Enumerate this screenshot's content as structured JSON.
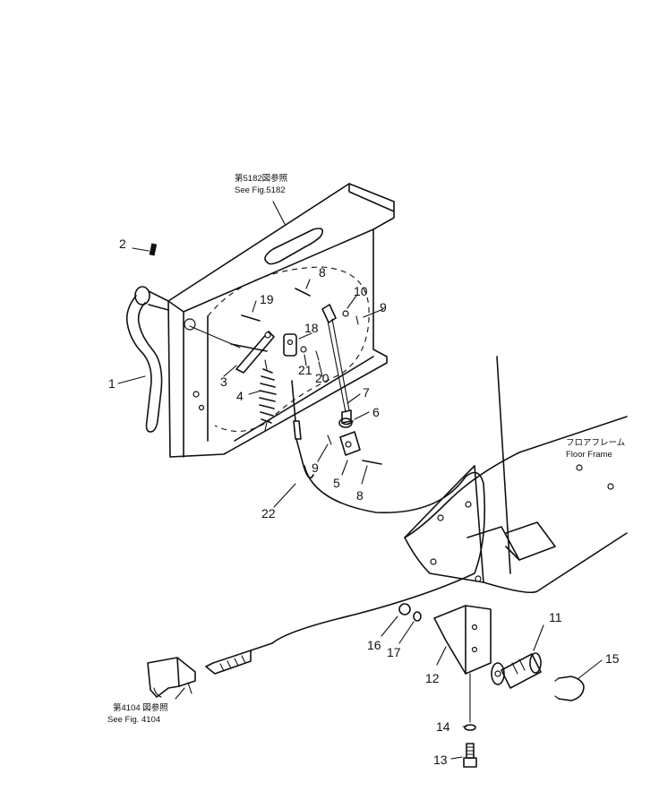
{
  "references": {
    "top_jp": "第5182図参照",
    "top_en": "See Fig.5182",
    "bottom_jp": "第4104 図参照",
    "bottom_en": "See Fig. 4104",
    "floor_jp": "フロアフレーム",
    "floor_en": "Floor Frame"
  },
  "callouts": {
    "n1": "1",
    "n2": "2",
    "n3": "3",
    "n4": "4",
    "n5": "5",
    "n6": "6",
    "n7": "7",
    "n8a": "8",
    "n8b": "8",
    "n9a": "9",
    "n9b": "9",
    "n10": "10",
    "n11": "11",
    "n12": "12",
    "n13": "13",
    "n14": "14",
    "n15": "15",
    "n16": "16",
    "n17": "17",
    "n18": "18",
    "n19": "19",
    "n20": "20",
    "n21": "21",
    "n22": "22"
  }
}
